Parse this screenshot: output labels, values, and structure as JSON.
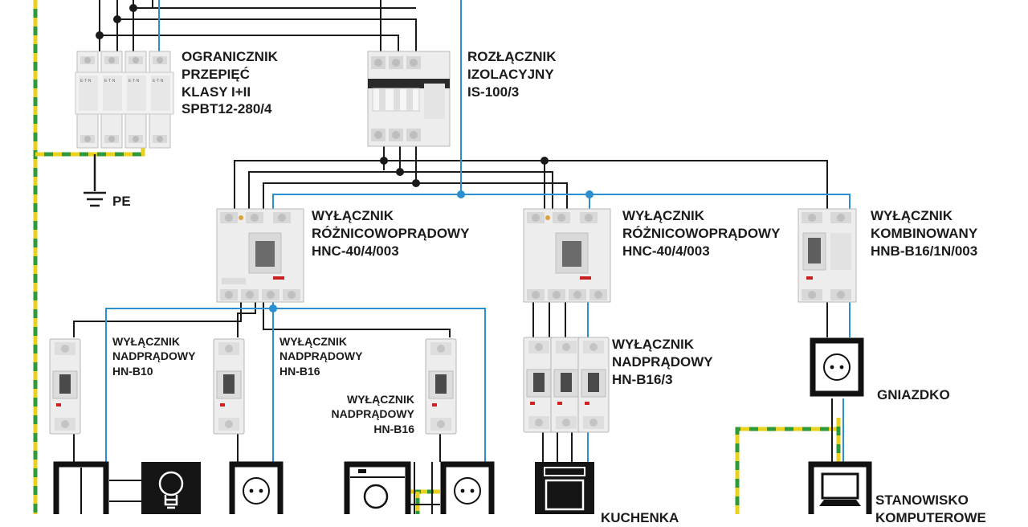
{
  "labels": {
    "surge": [
      "OGRANICZNIK",
      "PRZEPIĘĆ",
      "KLASY I+II",
      "SPBT12-280/4"
    ],
    "isolator": [
      "ROZŁĄCZNIK",
      "IZOLACYJNY",
      "IS-100/3"
    ],
    "pe": "PE",
    "rcd_left": [
      "WYŁĄCZNIK",
      "RÓŻNICOWOPRĄDOWY",
      "HNC-40/4/003"
    ],
    "rcd_mid": [
      "WYŁĄCZNIK",
      "RÓŻNICOWOPRĄDOWY",
      "HNC-40/4/003"
    ],
    "rcbo": [
      "WYŁĄCZNIK",
      "KOMBINOWANY",
      "HNB-B16/1N/003"
    ],
    "mcb_b10": [
      "WYŁĄCZNIK",
      "NADPRĄDOWY",
      "HN-B10"
    ],
    "mcb_b16_a": [
      "WYŁĄCZNIK",
      "NADPRĄDOWY",
      "HN-B16"
    ],
    "mcb_b16_b": [
      "WYŁĄCZNIK",
      "NADPRĄDOWY",
      "HN-B16"
    ],
    "mcb_b16_3": [
      "WYŁĄCZNIK",
      "NADPRĄDOWY",
      "HN-B16/3"
    ],
    "socket": "GNIAZDKO",
    "workstation": [
      "STANOWISKO",
      "KOMPUTEROWE"
    ],
    "kitchen": "KUCHENKA"
  },
  "colors": {
    "phase": "#1a1a1a",
    "neutral": "#2b8fd0",
    "pe_yellow": "#e8d21e",
    "pe_green": "#2f9a3a",
    "device_body": "#ececec",
    "device_edge": "#b8b8b8"
  },
  "icons": [
    "ground-icon",
    "light-switch-icon",
    "bulb-icon",
    "socket-icon",
    "washing-machine-icon",
    "stove-icon",
    "computer-icon"
  ]
}
